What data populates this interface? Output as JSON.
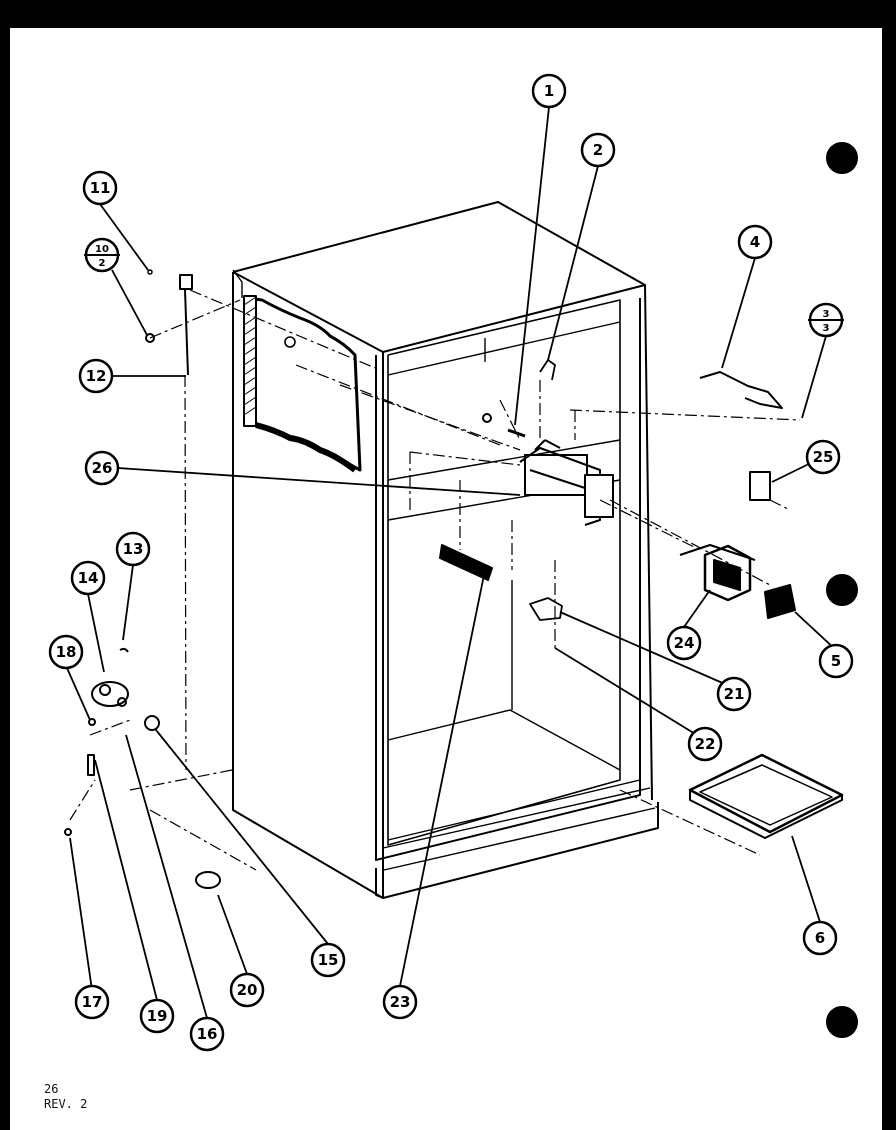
{
  "callouts": [
    {
      "id": "c1",
      "label": "1"
    },
    {
      "id": "c2",
      "label": "2"
    },
    {
      "id": "c4",
      "label": "4"
    },
    {
      "id": "c5",
      "label": "5"
    },
    {
      "id": "c6",
      "label": "6"
    },
    {
      "id": "c11",
      "label": "11"
    },
    {
      "id": "c12",
      "label": "12"
    },
    {
      "id": "c13",
      "label": "13"
    },
    {
      "id": "c14",
      "label": "14"
    },
    {
      "id": "c15",
      "label": "15"
    },
    {
      "id": "c16",
      "label": "16"
    },
    {
      "id": "c17",
      "label": "17"
    },
    {
      "id": "c18",
      "label": "18"
    },
    {
      "id": "c19",
      "label": "19"
    },
    {
      "id": "c20",
      "label": "20"
    },
    {
      "id": "c21",
      "label": "21"
    },
    {
      "id": "c22",
      "label": "22"
    },
    {
      "id": "c23",
      "label": "23"
    },
    {
      "id": "c24",
      "label": "24"
    },
    {
      "id": "c25",
      "label": "25"
    },
    {
      "id": "c26",
      "label": "26"
    }
  ],
  "fraction_callouts": [
    {
      "id": "f10",
      "numerator": "10",
      "denominator": "2"
    },
    {
      "id": "f3",
      "numerator": "3",
      "denominator": "3"
    }
  ],
  "footer": {
    "page": "26",
    "revision": "REV. 2"
  }
}
